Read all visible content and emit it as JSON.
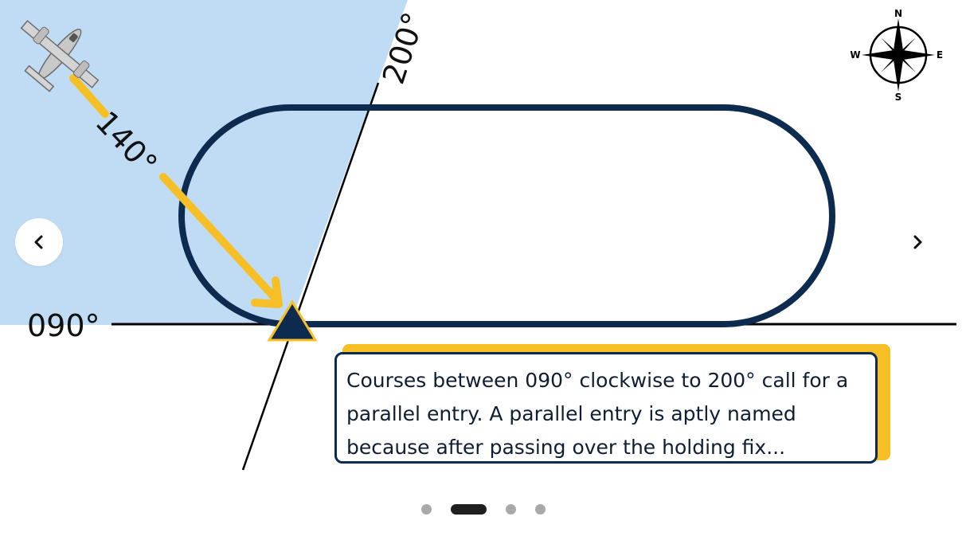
{
  "diagram": {
    "labels": {
      "heading_140": "140°",
      "heading_200": "200°",
      "heading_090": "090°"
    },
    "compass": {
      "n": "N",
      "s": "S",
      "e": "E",
      "w": "W"
    },
    "colors": {
      "sector_fill": "#c0dcf5",
      "track_stroke": "#0c2b4f",
      "arrow": "#f6bf26",
      "fix_fill": "#0c2b4f",
      "fix_outline": "#f6bf26"
    },
    "icons": {
      "aircraft": "airplane-icon",
      "compass": "compass-rose-icon",
      "fix": "holding-fix-triangle-icon"
    }
  },
  "caption": {
    "text": "Courses between 090° clockwise to 200° call for a parallel entry. A parallel entry is aptly named because after passing over the holding fix..."
  },
  "carousel": {
    "prev_icon": "chevron-left-icon",
    "next_icon": "chevron-right-icon",
    "slide_count": 4,
    "active_index": 1
  }
}
